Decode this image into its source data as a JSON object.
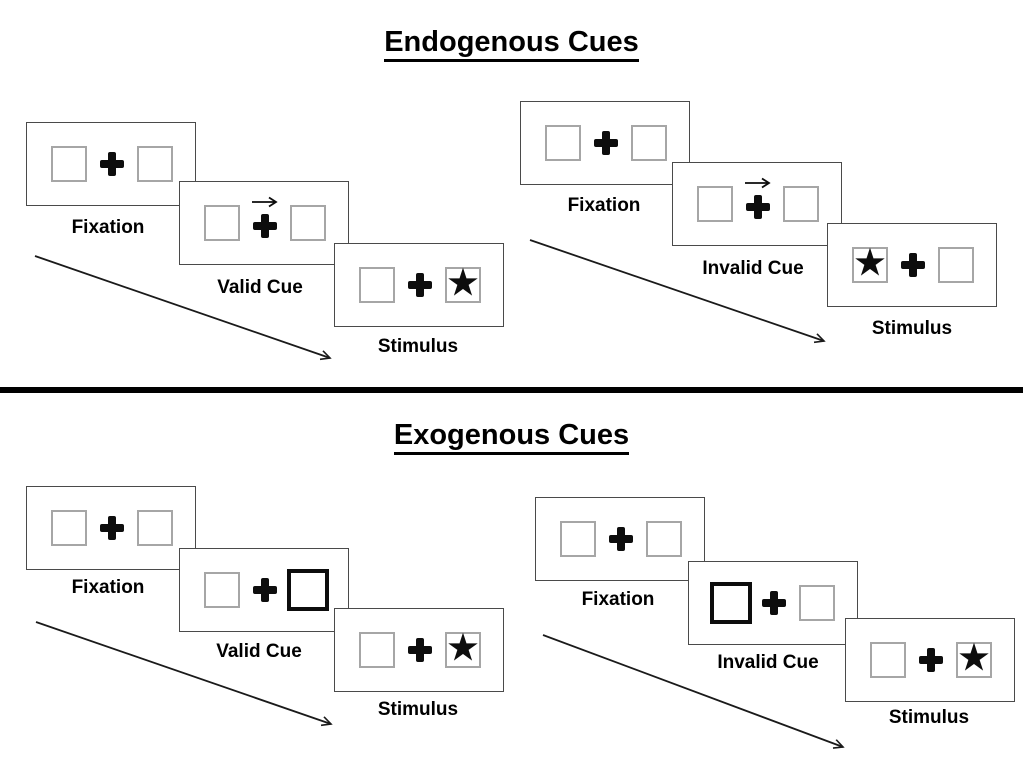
{
  "figure": {
    "sections": [
      {
        "title": "Endogenous Cues",
        "panels": [
          {
            "name": "valid-trial",
            "steps": [
              {
                "label": "Fixation",
                "content": "two empty boxes with central fixation cross"
              },
              {
                "label": "Valid Cue",
                "content": "central arrow cue pointing right above fixation cross",
                "cue_direction": "right"
              },
              {
                "label": "Stimulus",
                "content": "star appears in right box",
                "star_side": "right"
              }
            ]
          },
          {
            "name": "invalid-trial",
            "steps": [
              {
                "label": "Fixation",
                "content": "two empty boxes with central fixation cross"
              },
              {
                "label": "Invalid Cue",
                "content": "central arrow cue pointing right above fixation cross",
                "cue_direction": "right"
              },
              {
                "label": "Stimulus",
                "content": "star appears in left box",
                "star_side": "left"
              }
            ]
          }
        ]
      },
      {
        "title": "Exogenous Cues",
        "panels": [
          {
            "name": "valid-trial",
            "steps": [
              {
                "label": "Fixation",
                "content": "two empty boxes with central fixation cross"
              },
              {
                "label": "Valid Cue",
                "content": "right box highlighted with thick black outline",
                "highlight_side": "right"
              },
              {
                "label": "Stimulus",
                "content": "star appears in right box",
                "star_side": "right"
              }
            ]
          },
          {
            "name": "invalid-trial",
            "steps": [
              {
                "label": "Fixation",
                "content": "two empty boxes with central fixation cross"
              },
              {
                "label": "Invalid Cue",
                "content": "left box highlighted with thick black outline",
                "highlight_side": "left"
              },
              {
                "label": "Stimulus",
                "content": "star appears in right box",
                "star_side": "right"
              }
            ]
          }
        ]
      }
    ]
  },
  "glyphs": {
    "star": "★"
  },
  "colors": {
    "ink": "#0d0d0d",
    "card_border": "#4a4a4a",
    "square_border": "#a6a6a6",
    "divider": "#000000",
    "background": "#ffffff"
  }
}
